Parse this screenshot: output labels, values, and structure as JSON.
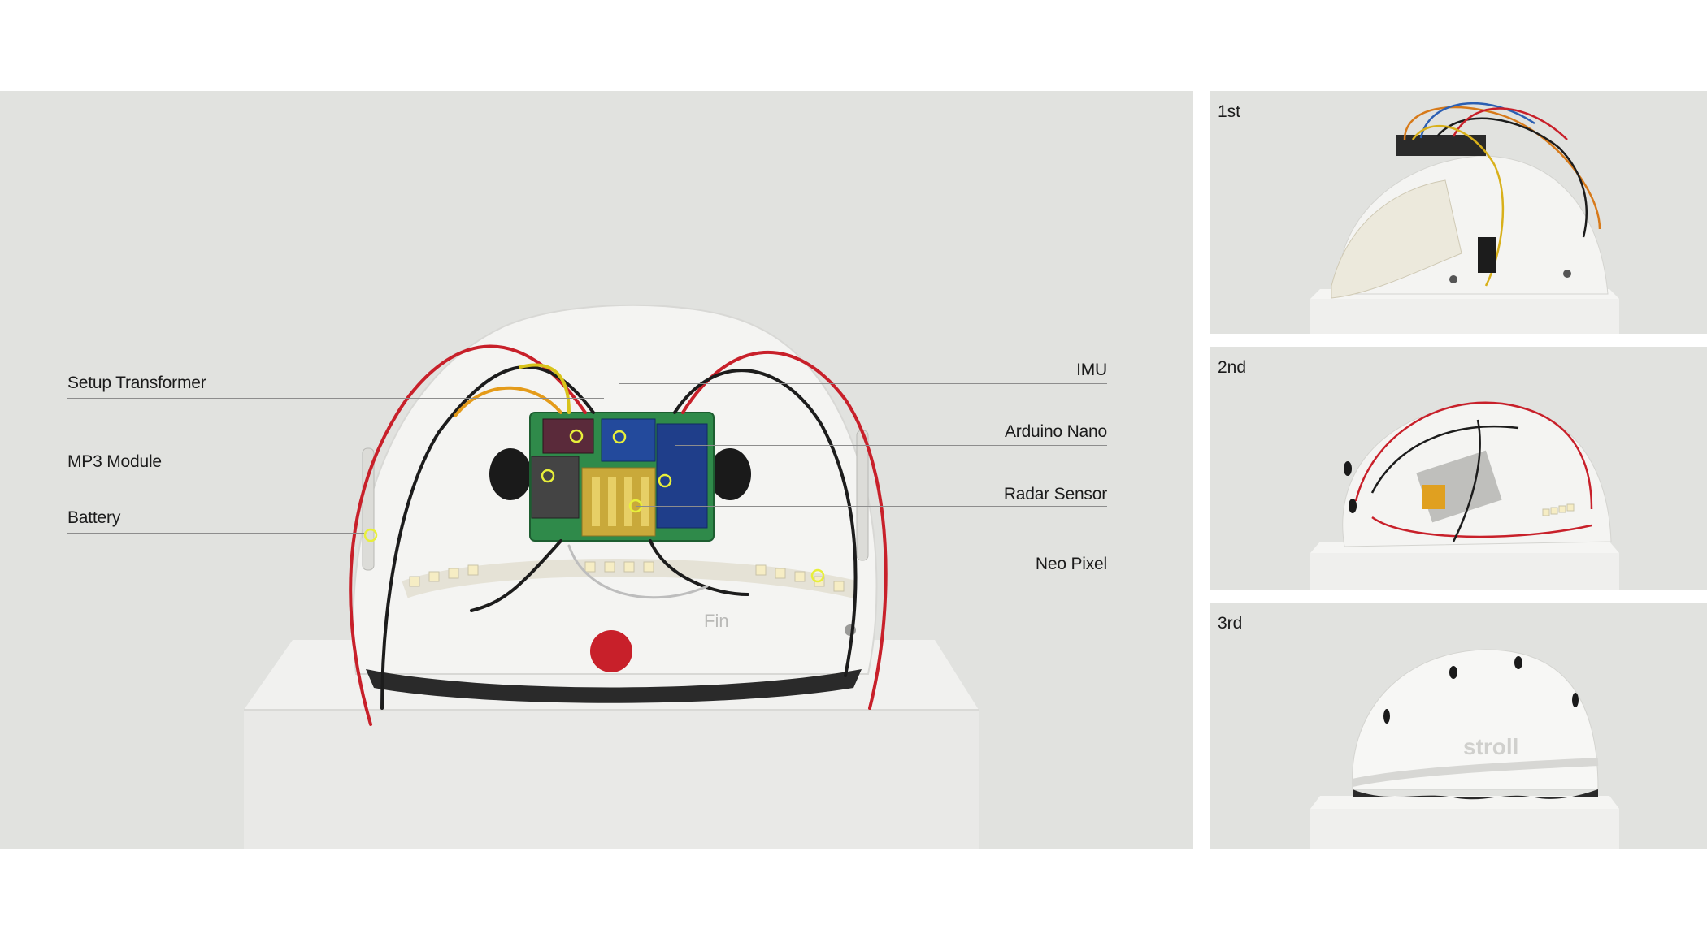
{
  "main": {
    "callouts_left": [
      "Setup Transformer",
      "MP3 Module",
      "Battery"
    ],
    "callouts_right": [
      "IMU",
      "Arduino Nano",
      "Radar Sensor",
      "Neo Pixel"
    ],
    "helmet_text": "Fin"
  },
  "thumbnails": [
    {
      "label": "1st"
    },
    {
      "label": "2nd"
    },
    {
      "label": "3rd",
      "brand": "stroll"
    }
  ],
  "colors": {
    "background": "#e1e2df",
    "helmet": "#f4f4f2",
    "pedestal": "#ececea",
    "wire_red": "#c8202a",
    "wire_black": "#1c1c1c",
    "pcb_green": "#2f8a4a",
    "marker": "#e8ef3a"
  }
}
